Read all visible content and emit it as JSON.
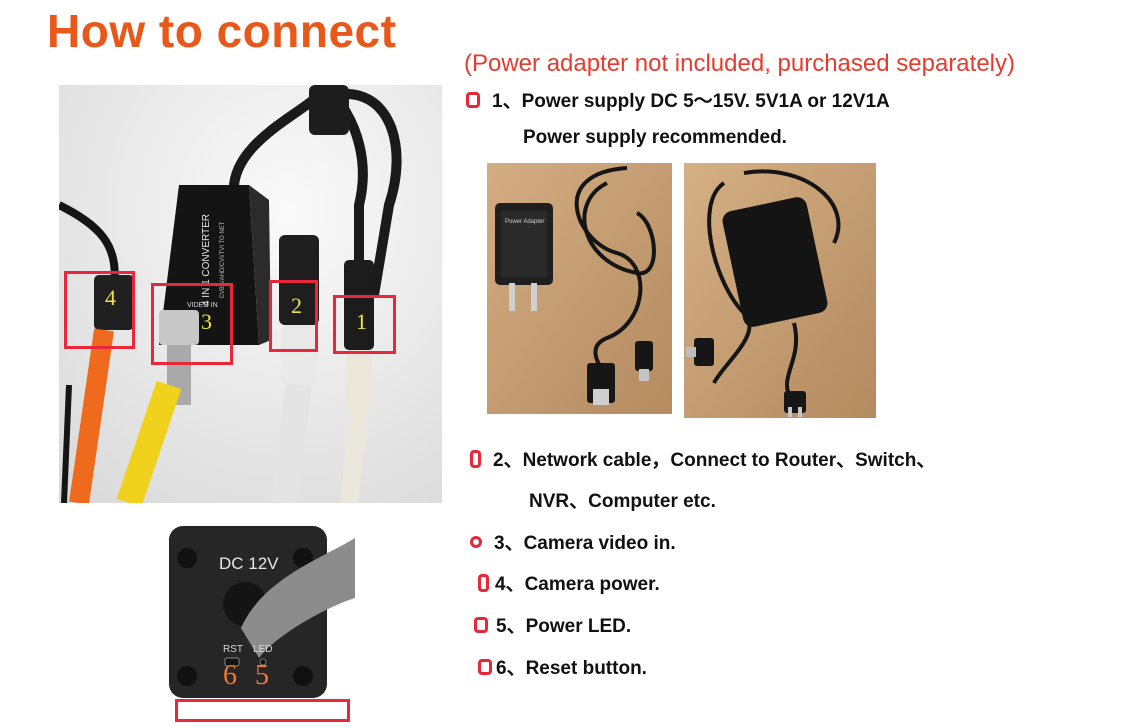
{
  "title": "How to connect",
  "note": "(Power adapter not included, purchased separately)",
  "steps": {
    "s1_line1": "1、Power  supply  DC  5～15V.  5V1A  or  12V1A",
    "s1_line2": "Power supply recommended.",
    "s2_line1": "2、Network cable，Connect to Router、Switch、",
    "s2_line2": "NVR、Computer etc.",
    "s3": "3、Camera video in.",
    "s4": "4、Camera power.",
    "s5": "5、Power LED.",
    "s6": "6、Reset button."
  },
  "main_photo": {
    "device_label": "4 IN 1 CONVERTER",
    "device_sublabel": "CVBS/AHD/CVI/TVI TO NET",
    "port_label": "VIDEO IN",
    "markers": {
      "m1": "1",
      "m2": "2",
      "m3": "3",
      "m4": "4"
    }
  },
  "adapter_photo": {
    "label": "Power Adapter"
  },
  "device_end_photo": {
    "dc_label": "DC 12V",
    "rst_label": "RST",
    "led_label": "LED",
    "num6": "6",
    "num5": "5"
  },
  "colors": {
    "title": "#e8581a",
    "note": "#e63b2e",
    "highlight": "#e8283a",
    "marker_text": "#f2e24a",
    "bottom_number": "#f07a2a"
  }
}
